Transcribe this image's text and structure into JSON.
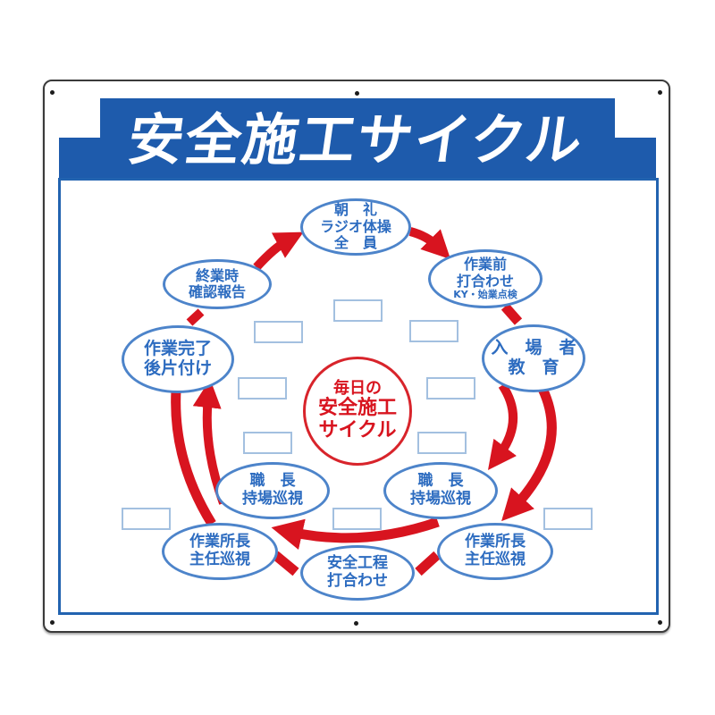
{
  "sign": {
    "title": "安全施工サイクル",
    "center_circle": {
      "lines": [
        "毎日の",
        "安全施工",
        "サイクル"
      ]
    },
    "nodes": {
      "morning_assembly": {
        "lines": [
          "朝　礼",
          "ラジオ体操",
          "全　員"
        ]
      },
      "prework_meeting": {
        "lines": [
          "作業前",
          "打合わせ",
          "KY・始業点検"
        ]
      },
      "entry_education": {
        "lines": [
          "入　場　者",
          "教　育"
        ]
      },
      "endwork_report": {
        "lines": [
          "終業時",
          "確認報告"
        ]
      },
      "work_completion": {
        "lines": [
          "作業完了",
          "後片付け"
        ]
      },
      "foreman_patrol_left": {
        "lines": [
          "職　長",
          "持場巡視"
        ]
      },
      "foreman_patrol_right": {
        "lines": [
          "職　長",
          "持場巡視"
        ]
      },
      "manager_patrol_left": {
        "lines": [
          "作業所長",
          "主任巡視"
        ]
      },
      "schedule_meeting": {
        "lines": [
          "安全工程",
          "打合わせ"
        ]
      },
      "manager_patrol_right": {
        "lines": [
          "作業所長",
          "主任巡視"
        ]
      }
    },
    "blank_fields_count": 10,
    "colors": {
      "header_blue": "#1e5bac",
      "panel_border_blue": "#2263b0",
      "node_text_blue": "#2d6cc0",
      "node_border_blue": "#4d84ca",
      "blank_field_border": "#a3c0e0",
      "arrow_red": "#d8141f",
      "center_red": "#d8242b"
    }
  }
}
